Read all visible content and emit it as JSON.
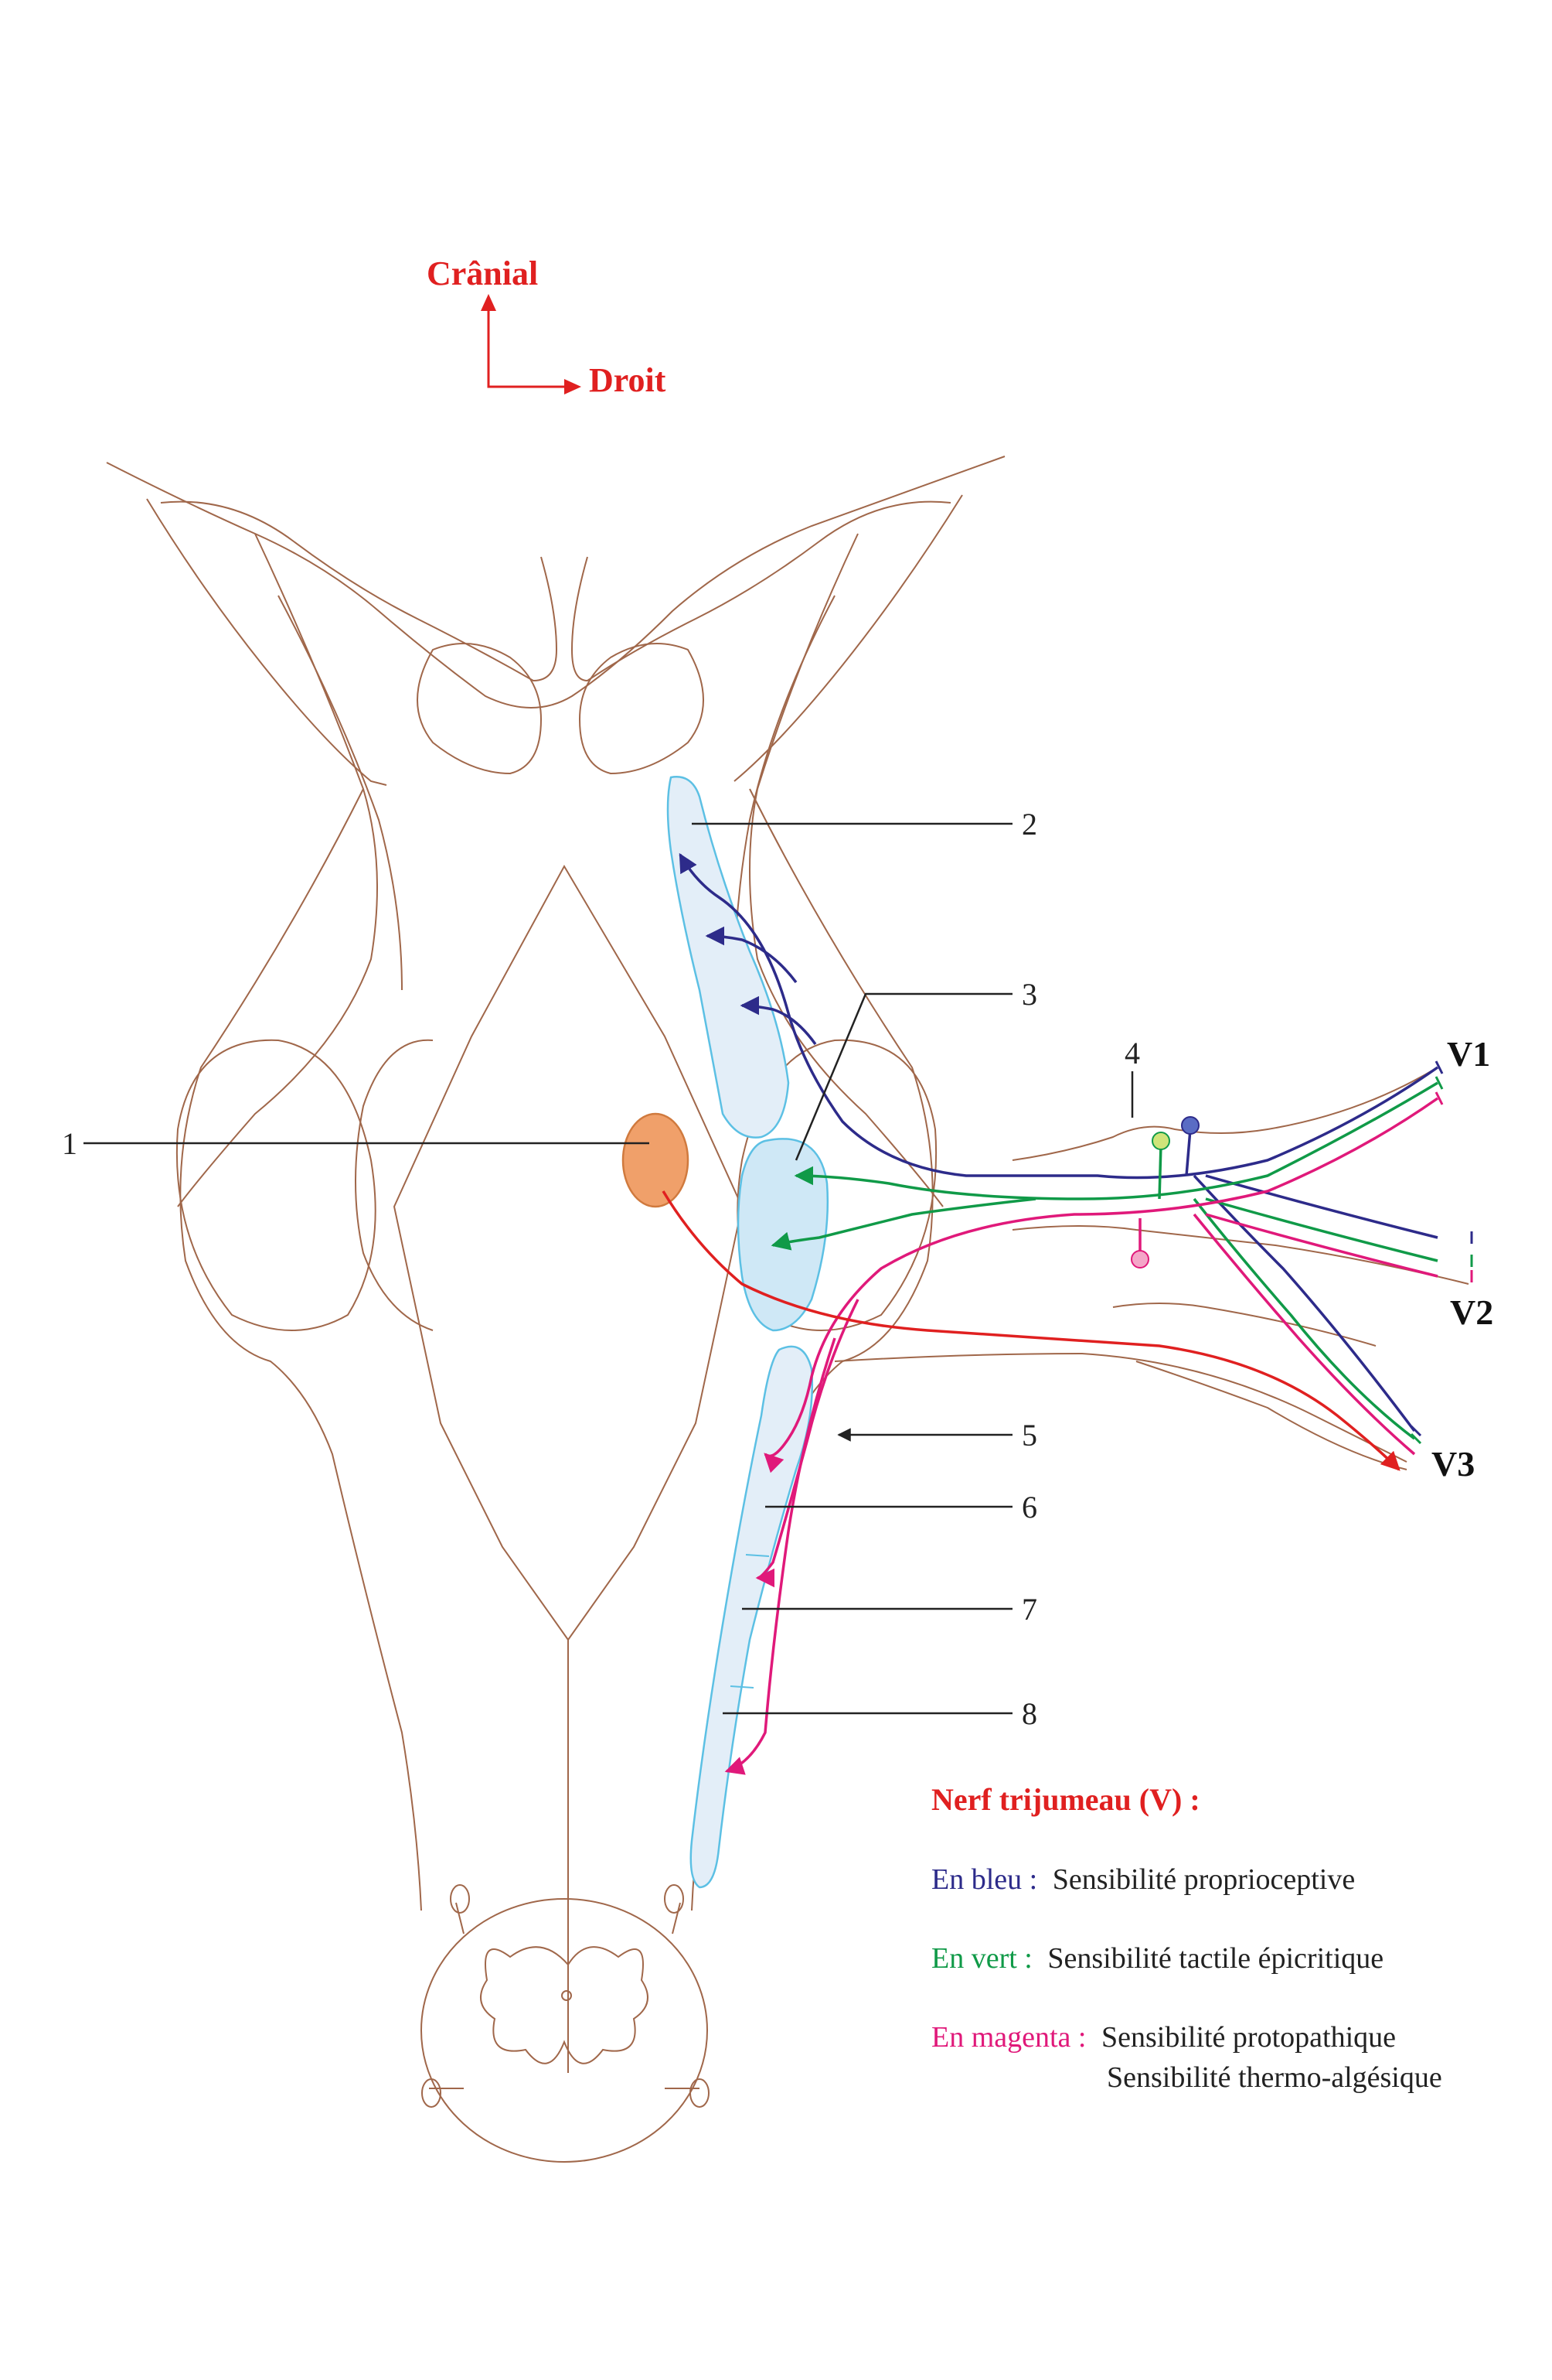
{
  "colors": {
    "outline": "#a0674a",
    "cyan": "#5cc0e4",
    "cyan_fill": "#cfe8f6",
    "cyan_fill_light": "#e3eef8",
    "orange": "#f0a06a",
    "orange_stroke": "#d07a3e",
    "blue": "#2d2b8a",
    "green": "#109a48",
    "magenta": "#e0197a",
    "red": "#e02020",
    "black": "#222222"
  },
  "orientation": {
    "cranial": "Crânial",
    "right": "Droit"
  },
  "numbered_labels": [
    "1",
    "2",
    "3",
    "4",
    "5",
    "6",
    "7",
    "8"
  ],
  "nerve_branches": [
    "V1",
    "V2",
    "V3"
  ],
  "legend": {
    "title": "Nerf trijumeau (V) :",
    "rows": [
      {
        "key": "En bleu :",
        "text": "Sensibilité proprioceptive",
        "color_name": "blue"
      },
      {
        "key": "En vert :",
        "text": "Sensibilité tactile épicritique",
        "color_name": "green"
      },
      {
        "key": "En magenta :",
        "text": "Sensibilité protopathique",
        "color_name": "magenta"
      }
    ],
    "extra_line": "Sensibilité thermo-algésique"
  }
}
